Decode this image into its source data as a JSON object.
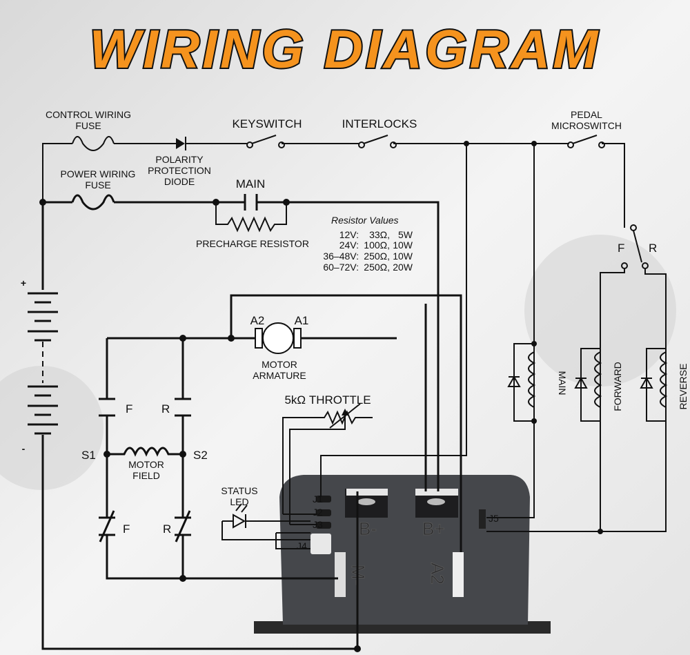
{
  "title": "WIRING DIAGRAM",
  "labels": {
    "control_fuse_1": "CONTROL WIRING",
    "control_fuse_2": "FUSE",
    "diode_1": "POLARITY",
    "diode_2": "PROTECTION",
    "diode_3": "DIODE",
    "keyswitch": "KEYSWITCH",
    "interlocks": "INTERLOCKS",
    "pedal_1": "PEDAL",
    "pedal_2": "MICROSWITCH",
    "power_fuse_1": "POWER WIRING",
    "power_fuse_2": "FUSE",
    "main": "MAIN",
    "precharge": "PRECHARGE RESISTOR",
    "plus": "+",
    "minus": "-",
    "a2": "A2",
    "a1": "A1",
    "armature_1": "MOTOR",
    "armature_2": "ARMATURE",
    "f_top": "F",
    "r_top": "R",
    "s1": "S1",
    "s2": "S2",
    "field_1": "MOTOR",
    "field_2": "FIELD",
    "f_bottom": "F",
    "r_bottom": "R",
    "throttle": "5kΩ THROTTLE",
    "led_1": "STATUS",
    "led_2": "LED",
    "switch_f": "F",
    "switch_r": "R",
    "coil_main": "MAIN",
    "coil_forward": "FORWARD",
    "coil_reverse": "REVERSE"
  },
  "resistor_values": {
    "heading": "Resistor Values",
    "rows": [
      {
        "voltage": "12V:",
        "ohms": "33Ω,",
        "watts": "5W"
      },
      {
        "voltage": "24V:",
        "ohms": "100Ω,",
        "watts": "10W"
      },
      {
        "voltage": "36–48V:",
        "ohms": "250Ω,",
        "watts": "10W"
      },
      {
        "voltage": "60–72V:",
        "ohms": "250Ω,",
        "watts": "20W"
      }
    ]
  },
  "controller": {
    "pins": [
      "J1",
      "J2",
      "J3",
      "J4",
      "J5"
    ],
    "terminals": [
      "B-",
      "B+",
      "M-",
      "A2"
    ]
  }
}
